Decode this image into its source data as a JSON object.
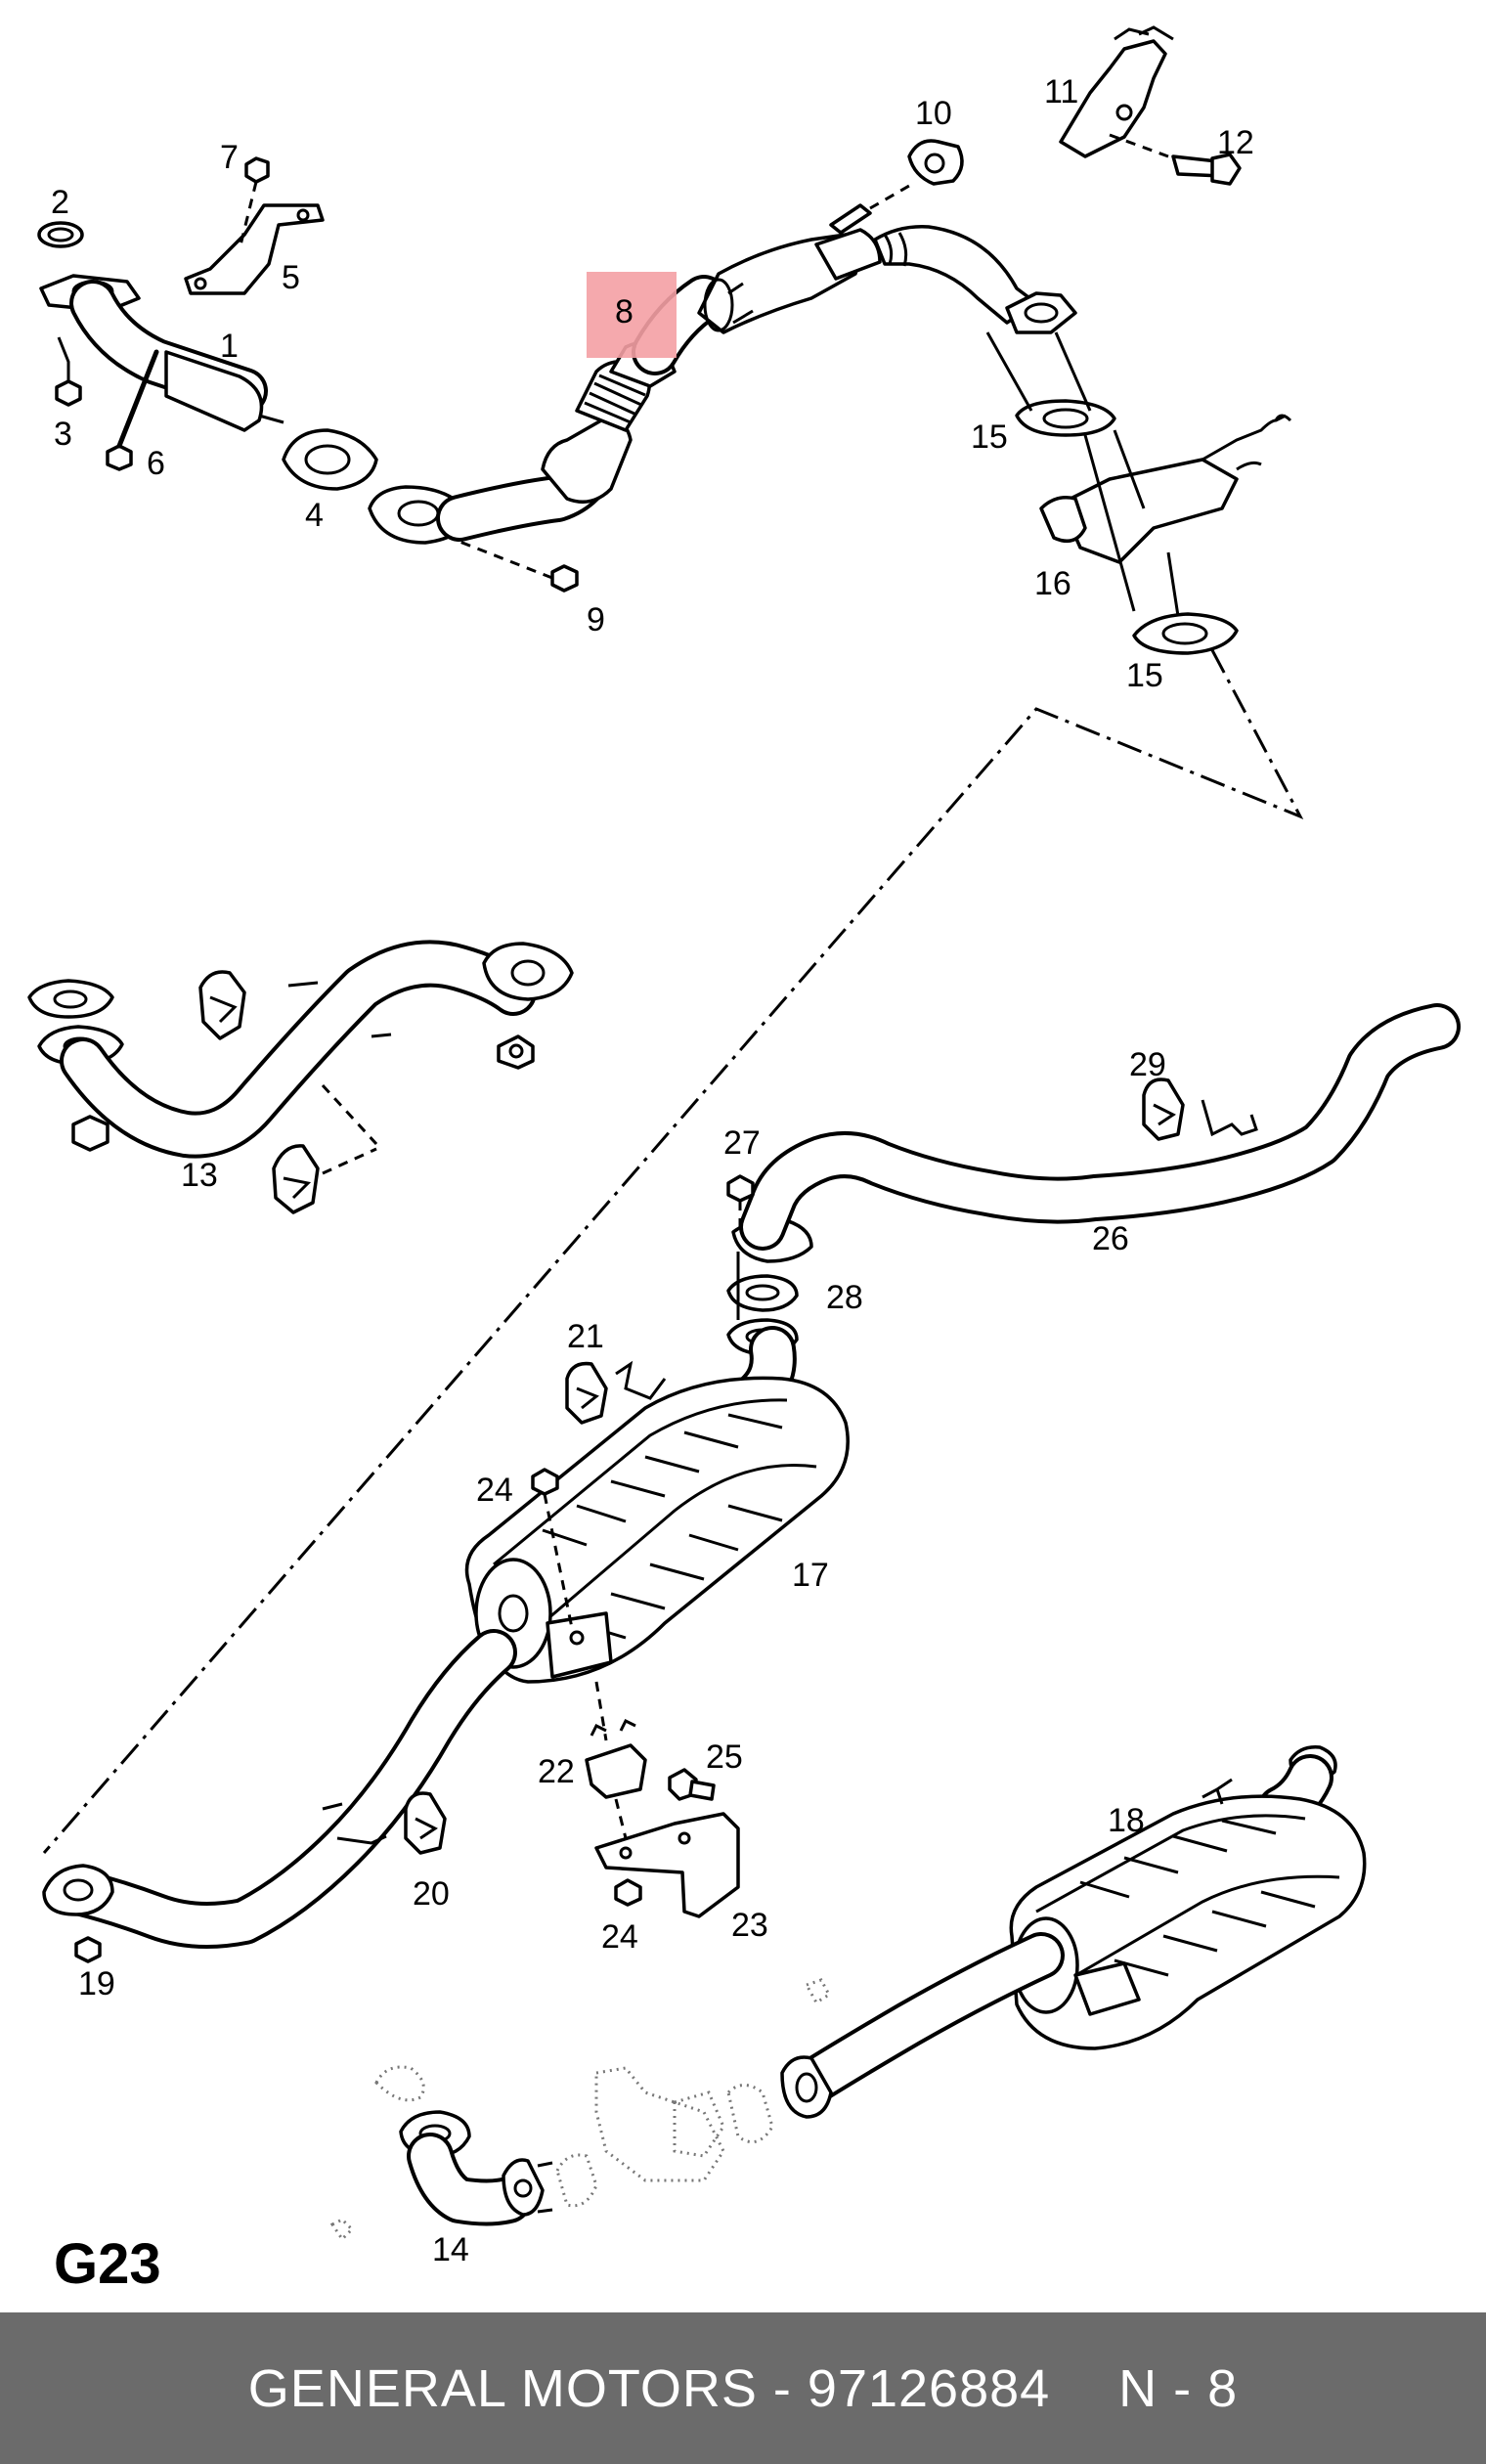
{
  "diagram": {
    "code": "G23",
    "highlight_color": "#f4a0a4",
    "highlighted_part": "8",
    "part_labels": [
      "1",
      "2",
      "3",
      "4",
      "5",
      "6",
      "7",
      "8",
      "9",
      "10",
      "11",
      "12",
      "13",
      "14",
      "15",
      "15",
      "16",
      "17",
      "18",
      "19",
      "20",
      "21",
      "22",
      "23",
      "24",
      "24",
      "25",
      "26",
      "27",
      "28",
      "29"
    ]
  },
  "footer": {
    "manufacturer": "GENERAL MOTORS",
    "separator": "-",
    "part_number": "97126884",
    "position": "N - 8"
  }
}
